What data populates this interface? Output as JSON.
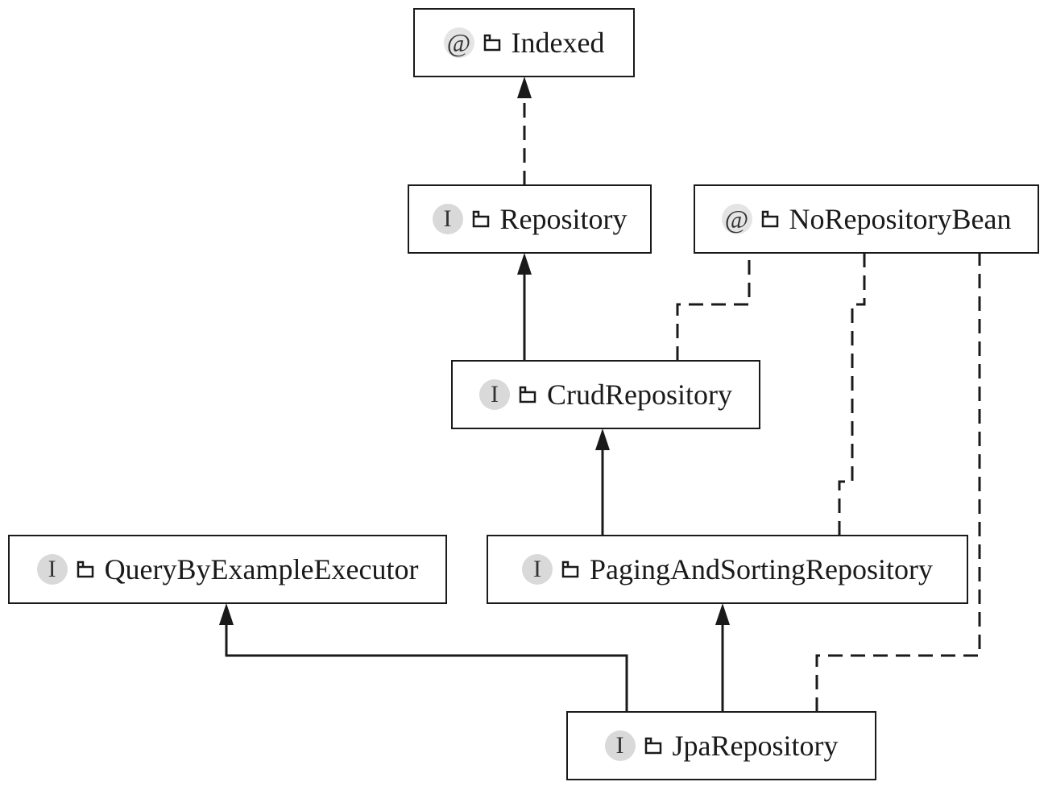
{
  "nodes": [
    {
      "id": "indexed",
      "name": "Indexed",
      "kind": "annotation",
      "badge": "@"
    },
    {
      "id": "repository",
      "name": "Repository",
      "kind": "interface",
      "badge": "I"
    },
    {
      "id": "norepositorybean",
      "name": "NoRepositoryBean",
      "kind": "annotation",
      "badge": "@"
    },
    {
      "id": "crudrepository",
      "name": "CrudRepository",
      "kind": "interface",
      "badge": "I"
    },
    {
      "id": "querybyexampleexecutor",
      "name": "QueryByExampleExecutor",
      "kind": "interface",
      "badge": "I"
    },
    {
      "id": "pagingandsortingrepository",
      "name": "PagingAndSortingRepository",
      "kind": "interface",
      "badge": "I"
    },
    {
      "id": "jparepository",
      "name": "JpaRepository",
      "kind": "interface",
      "badge": "I"
    }
  ],
  "edges": [
    {
      "from": "repository",
      "to": "indexed",
      "style": "dashed",
      "arrow": true
    },
    {
      "from": "crudrepository",
      "to": "repository",
      "style": "solid",
      "arrow": true
    },
    {
      "from": "crudrepository",
      "to": "norepositorybean",
      "style": "dashed",
      "arrow": false
    },
    {
      "from": "pagingandsortingrepository",
      "to": "crudrepository",
      "style": "solid",
      "arrow": true
    },
    {
      "from": "pagingandsortingrepository",
      "to": "norepositorybean",
      "style": "dashed",
      "arrow": false
    },
    {
      "from": "jparepository",
      "to": "querybyexampleexecutor",
      "style": "solid",
      "arrow": true
    },
    {
      "from": "jparepository",
      "to": "pagingandsortingrepository",
      "style": "solid",
      "arrow": true
    },
    {
      "from": "jparepository",
      "to": "norepositorybean",
      "style": "dashed",
      "arrow": false
    }
  ],
  "colors": {
    "line": "#1a1a1a",
    "badge_fill": "#d9d9d9"
  },
  "icons": {
    "package": "package-icon"
  }
}
